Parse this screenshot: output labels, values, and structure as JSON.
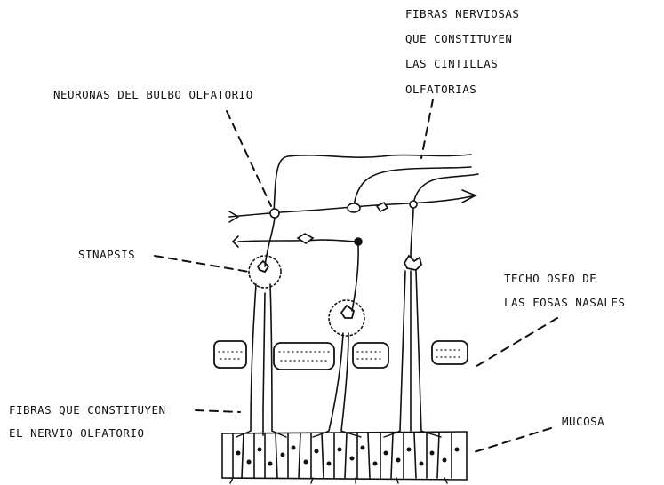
{
  "labels": {
    "fibras_cintillas": [
      "FIBRAS NERVIOSAS",
      "QUE CONSTITUYEN",
      "LAS CINTILLAS",
      "OLFATORIAS"
    ],
    "neuronas_bulbo": "NEURONAS DEL BULBO OLFATORIO",
    "sinapsis": "SINAPSIS",
    "techo_oseo": [
      "TECHO OSEO DE",
      "LAS  FOSAS  NASALES"
    ],
    "fibras_nervio": [
      "FIBRAS QUE CONSTITUYEN",
      "EL NERVIO OLFATORIO"
    ],
    "mucosa": "MUCOSA"
  },
  "colors": {
    "ink": "#111111",
    "paper": "#ffffff"
  }
}
